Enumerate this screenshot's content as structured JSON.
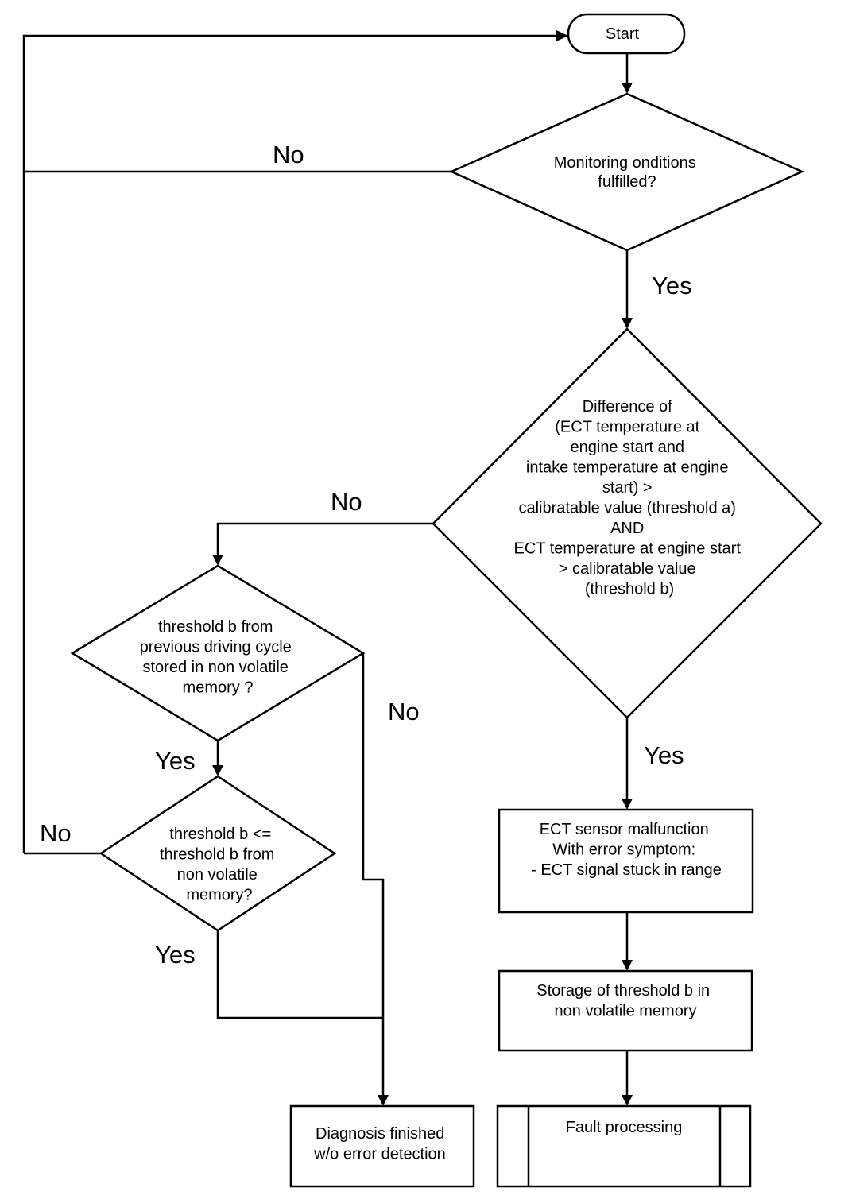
{
  "nodes": {
    "start": "Start",
    "monitoring_conditions": [
      "Monitoring onditions",
      "fulfilled?"
    ],
    "difference_check": [
      "Difference of",
      "(ECT temperature at",
      "engine start and",
      "intake temperature at engine",
      "start) >",
      "calibratable value (threshold a)",
      "",
      "AND",
      "",
      "ECT temperature at engine start",
      "> calibratable value",
      "(threshold b)"
    ],
    "threshold_stored": [
      "threshold b from",
      "previous driving cycle",
      "stored in non volatile",
      "memory ?"
    ],
    "threshold_compare": [
      "threshold b <=",
      "threshold b from",
      "non volatile",
      "memory?"
    ],
    "ect_malfunction": [
      "ECT sensor malfunction",
      "With error symptom:",
      "",
      "- ECT signal stuck in range"
    ],
    "storage": [
      "Storage of threshold b in",
      "non volatile memory"
    ],
    "diagnosis_finished": [
      "Diagnosis   finished",
      "w/o error detection"
    ],
    "fault_processing": "Fault processing"
  },
  "edge_labels": {
    "monitoring_no": "No",
    "monitoring_yes": "Yes",
    "difference_no": "No",
    "difference_yes": "Yes",
    "stored_no": "No",
    "stored_yes": "Yes",
    "compare_no": "No",
    "compare_yes": "Yes"
  },
  "colors": {
    "stroke": "#000000",
    "background": "#ffffff"
  }
}
